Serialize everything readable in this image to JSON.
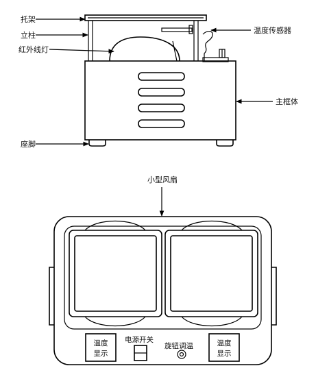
{
  "side_view": {
    "labels": {
      "tray": "托架",
      "column": "立柱",
      "infrared_lamp": "红外线灯",
      "temp_sensor": "温度传感器",
      "main_body": "主框体",
      "base_feet": "座脚"
    }
  },
  "front_view": {
    "labels": {
      "small_fan": "小型风扇",
      "power_switch": "电源开关",
      "knob_temp": "旋钮调温",
      "temp_display_left": [
        "温度",
        "显示"
      ],
      "temp_display_right": [
        "温度",
        "显示"
      ]
    }
  },
  "colors": {
    "line": "#000000",
    "background": "#ffffff"
  }
}
